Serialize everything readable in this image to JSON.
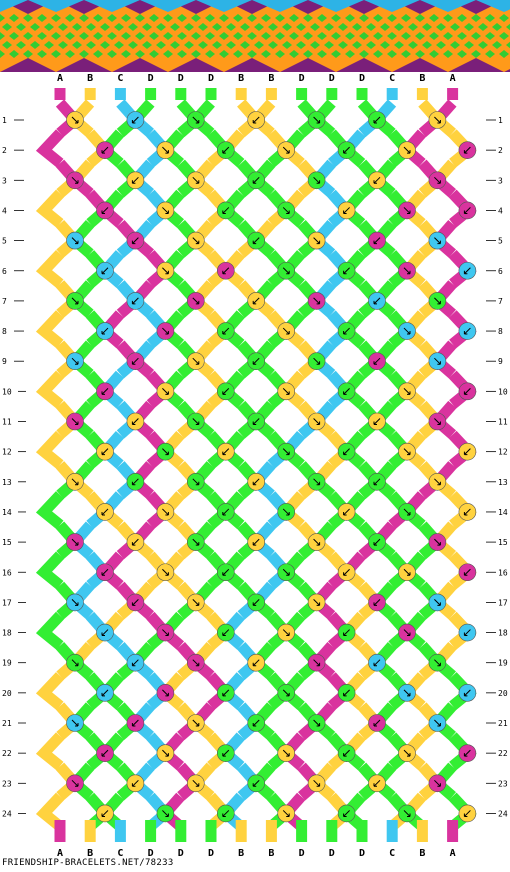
{
  "colors": {
    "A": "#d9339e",
    "B": "#ffd23f",
    "C": "#3fc7f0",
    "D": "#33ee33",
    "arrow": "#000000",
    "tick": "#000000",
    "preview_purple": "#7a1f7a",
    "preview_orange": "#ff9a1a",
    "preview_blue": "#2db3e6",
    "preview_green": "#33cc33"
  },
  "strings": [
    "A",
    "B",
    "C",
    "D",
    "D",
    "D",
    "B",
    "B",
    "D",
    "D",
    "D",
    "C",
    "B",
    "A"
  ],
  "rows": [
    "1",
    "2",
    "3",
    "4",
    "5",
    "6",
    "7",
    "8",
    "9",
    "10",
    "11",
    "12",
    "13",
    "14",
    "15",
    "16",
    "17",
    "18",
    "19",
    "20",
    "21",
    "22",
    "23",
    "24"
  ],
  "credit": "FRIENDSHIP-BRACELETS.NET/78233",
  "knots": [
    [
      "B",
      "C",
      "D",
      "B",
      "D",
      "D",
      "B"
    ],
    [
      "A",
      "B",
      "D",
      "B",
      "D",
      "B",
      "A"
    ],
    [
      "A",
      "B",
      "B",
      "D",
      "D",
      "B",
      "A"
    ],
    [
      "A",
      "B",
      "D",
      "D",
      "B",
      "A",
      "A"
    ],
    [
      "C",
      "A",
      "B",
      "D",
      "B",
      "A",
      "C"
    ],
    [
      "C",
      "B",
      "A",
      "D",
      "D",
      "A",
      "C"
    ],
    [
      "D",
      "C",
      "A",
      "B",
      "A",
      "C",
      "D"
    ],
    [
      "C",
      "A",
      "D",
      "B",
      "D",
      "C",
      "C"
    ],
    [
      "C",
      "A",
      "B",
      "D",
      "D",
      "A",
      "C"
    ],
    [
      "A",
      "B",
      "D",
      "B",
      "D",
      "B",
      "A"
    ],
    [
      "A",
      "B",
      "D",
      "D",
      "B",
      "B",
      "A"
    ],
    [
      "B",
      "D",
      "B",
      "D",
      "D",
      "B",
      "B"
    ],
    [
      "B",
      "D",
      "D",
      "B",
      "D",
      "D",
      "B"
    ],
    [
      "B",
      "B",
      "D",
      "D",
      "B",
      "D",
      "B"
    ],
    [
      "A",
      "B",
      "D",
      "B",
      "B",
      "D",
      "A"
    ],
    [
      "A",
      "B",
      "D",
      "D",
      "B",
      "B",
      "A"
    ],
    [
      "C",
      "A",
      "B",
      "D",
      "B",
      "A",
      "C"
    ],
    [
      "C",
      "A",
      "D",
      "B",
      "D",
      "A",
      "C"
    ],
    [
      "D",
      "C",
      "A",
      "B",
      "A",
      "C",
      "D"
    ],
    [
      "C",
      "A",
      "D",
      "D",
      "D",
      "C",
      "C"
    ],
    [
      "C",
      "A",
      "B",
      "D",
      "D",
      "A",
      "C"
    ],
    [
      "A",
      "B",
      "D",
      "B",
      "D",
      "B",
      "A"
    ],
    [
      "A",
      "B",
      "B",
      "D",
      "B",
      "B",
      "A"
    ],
    [
      "B",
      "D",
      "D",
      "B",
      "D",
      "D",
      "B"
    ]
  ]
}
